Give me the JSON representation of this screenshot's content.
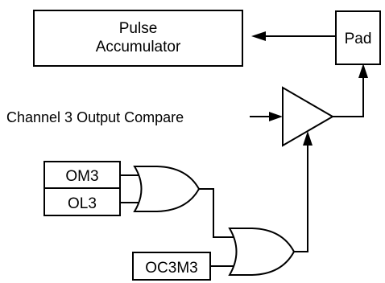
{
  "diagram": {
    "pulse_accumulator": {
      "line1": "Pulse",
      "line2": "Accumulator"
    },
    "pad": "Pad",
    "channel3_label": "Channel 3 Output Compare",
    "om3": "OM3",
    "ol3": "OL3",
    "oc3m3": "OC3M3"
  }
}
